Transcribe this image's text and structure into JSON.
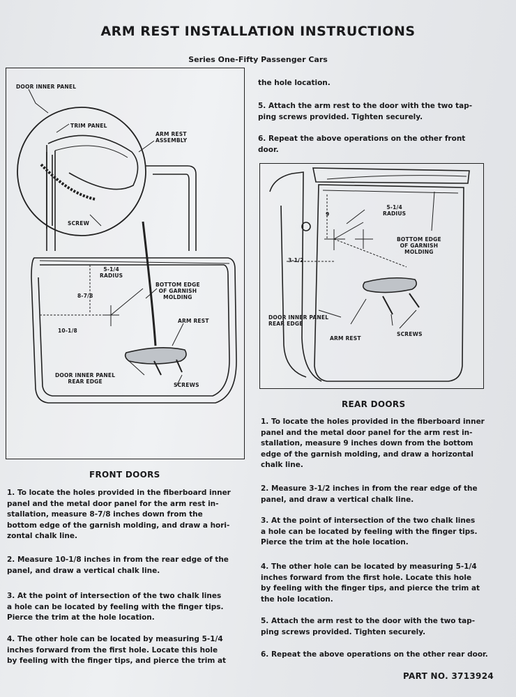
{
  "doc": {
    "title": "ARM REST INSTALLATION INSTRUCTIONS",
    "subtitle": "Series One-Fifty Passenger Cars",
    "part_number": "PART NO. 3713924"
  },
  "front_figure": {
    "labels": {
      "door_inner_panel": "DOOR INNER PANEL",
      "trim_panel": "TRIM PANEL",
      "arm_rest_assembly": "ARM REST\nASSEMBLY",
      "screw": "SCREW",
      "radius": "5-1/4\nRADIUS",
      "bottom_edge": "BOTTOM EDGE\nOF GARNISH\nMOLDING",
      "dim_vertical": "8-7/8",
      "dim_horizontal": "10-1/8",
      "arm_rest": "ARM REST",
      "door_rear_edge": "DOOR INNER PANEL\nREAR EDGE",
      "screws": "SCREWS"
    }
  },
  "rear_figure": {
    "labels": {
      "dim_vertical": "9",
      "radius": "5-1/4\nRADIUS",
      "bottom_edge": "BOTTOM EDGE\nOF GARNISH\nMOLDING",
      "dim_horizontal": "3-1/2",
      "door_rear_edge": "DOOR INNER PANEL\nREAR EDGE",
      "arm_rest": "ARM REST",
      "screws": "SCREWS"
    }
  },
  "right_top": {
    "continued": "the hole location.",
    "step5": "5. Attach the arm rest to the door with the two tap-\nping screws provided. Tighten securely.",
    "step6": "6. Repeat the above operations on the other front\ndoor."
  },
  "front_doors": {
    "heading": "FRONT DOORS",
    "step1": "1. To locate the holes provided in the fiberboard inner\npanel and the metal door panel for the arm rest in-\nstallation, measure 8-7/8 inches down from the\nbottom edge of the garnish molding, and draw a hori-\nzontal chalk line.",
    "step2": "2. Measure 10-1/8 inches in from the rear edge of the\npanel, and draw a vertical chalk line.",
    "step3": "3. At the point of intersection of the two chalk lines\na hole can be located by feeling with the finger tips.\nPierce the trim at the hole location.",
    "step4": "4. The other hole can be located by measuring 5-1/4\ninches forward from the first hole. Locate this hole\nby feeling with the finger tips, and pierce the trim at"
  },
  "rear_doors": {
    "heading": "REAR DOORS",
    "step1": "1. To locate the holes provided in the fiberboard inner\npanel and the metal door panel for the arm rest in-\nstallation, measure 9 inches down from the bottom\nedge of the garnish molding, and draw a horizontal\nchalk line.",
    "step2": "2. Measure 3-1/2 inches in from the rear edge of the\npanel, and draw a vertical chalk line.",
    "step3": "3. At the point of intersection of the two chalk lines\na hole can be located by feeling with the finger tips.\nPierce the trim at the hole location.",
    "step4": "4. The other hole can be located by measuring 5-1/4\ninches forward from the first hole. Locate this hole\nby feeling with the finger tips, and pierce the trim at\nthe hole location.",
    "step5": "5. Attach the arm rest to the door with the two tap-\nping screws provided. Tighten securely.",
    "step6": "6. Repeat the above operations on the other rear door."
  }
}
